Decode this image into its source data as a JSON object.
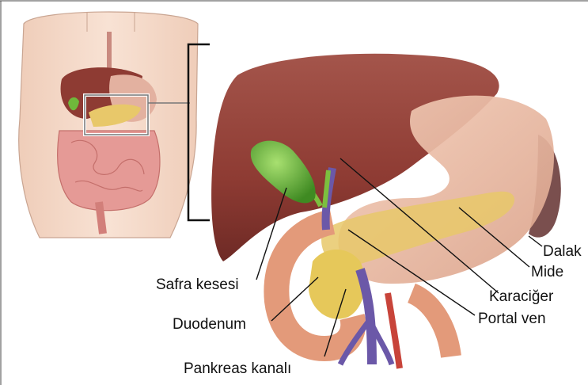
{
  "labels": {
    "dalak": "Dalak",
    "mide": "Mide",
    "karaciger": "Karaciğer",
    "portal_ven": "Portal ven",
    "safra_kesesi": "Safra kesesi",
    "duodenum": "Duodenum",
    "pankreas_kanali": "Pankreas kanalı"
  },
  "colors": {
    "liver": "#8e3b33",
    "stomach": "#e9b9a2",
    "pancreas": "#e8c86a",
    "gallbladder": "#6fb83b",
    "duodenum": "#e39a7a",
    "portal_vein": "#6b58a8",
    "artery": "#c8443a",
    "spleen": "#7a4f4e",
    "skin": "#f4d8c8",
    "intestine": "#e59a96"
  }
}
